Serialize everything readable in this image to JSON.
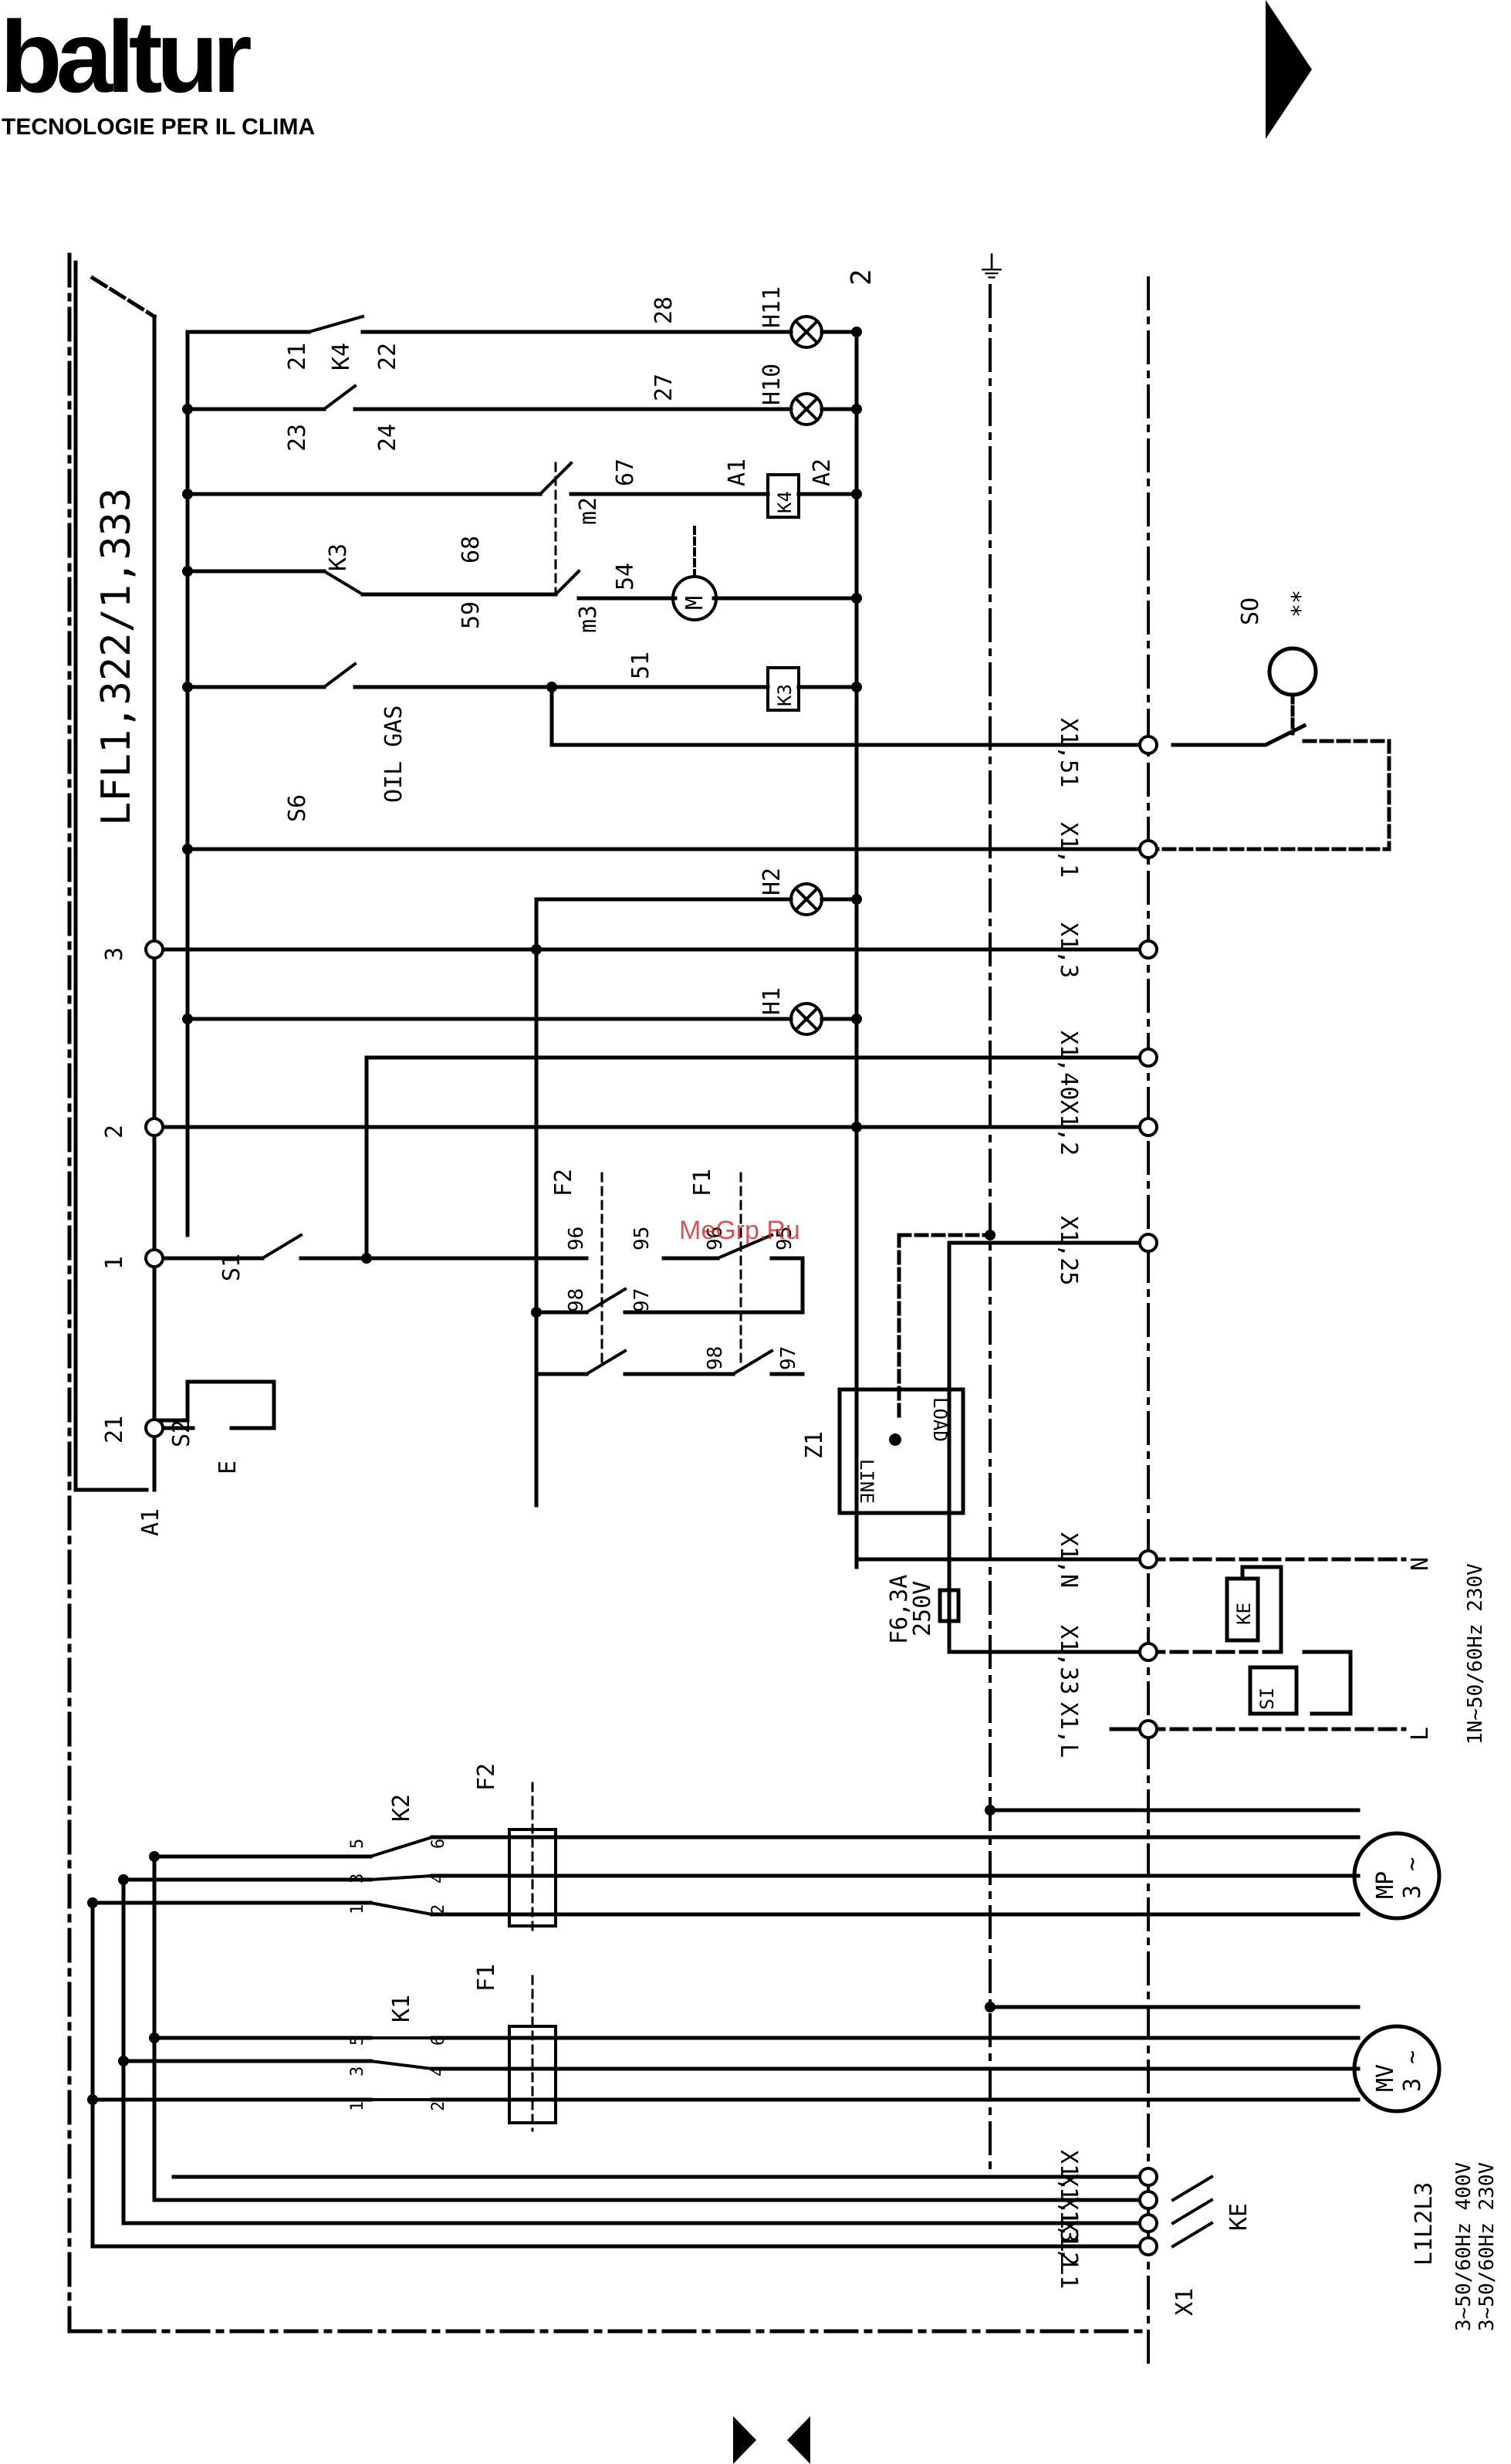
{
  "brand": {
    "logo": "baltur",
    "tagline": "TECNOLOGIE PER IL CLIMA"
  },
  "watermark": "MeGrp.Ru",
  "diagram": {
    "title": "LFL1,322/1,333",
    "control_unit": "A1",
    "unit_terminals": [
      "21",
      "1",
      "2",
      "3"
    ],
    "top_bus": "2",
    "earth_symbol": "⏚",
    "relays": {
      "k4": "K4",
      "k4_a": "21",
      "k4_b": "22",
      "k4_c": "23",
      "k4_d": "24",
      "k3": "K3",
      "m2": "m2",
      "m3": "m3"
    },
    "wire_numbers": {
      "w28": "28",
      "w27": "27",
      "w67": "67",
      "w68": "68",
      "w59": "59",
      "w54": "54",
      "w51": "51"
    },
    "coils": {
      "k4_coil": "K4",
      "k4_a1": "A1",
      "k4_a2": "A2",
      "k3_coil": "K3"
    },
    "lamps": [
      "H11",
      "H10",
      "H2",
      "H1"
    ],
    "motor_symbol": "M",
    "switches": {
      "s6": "S6",
      "oil_gas": "OIL GAS",
      "s1": "S1",
      "s2": "S2",
      "s2_e": "E",
      "so": "SO",
      "so_marks": "**",
      "si": "SI",
      "ke": "KE"
    },
    "overloads": {
      "f2": "F2",
      "f1": "F1",
      "f2_terms": [
        "96",
        "95",
        "98",
        "97"
      ],
      "f1_terms": [
        "96",
        "95",
        "98",
        "97"
      ]
    },
    "filter": {
      "id": "Z1",
      "load": "LOAD",
      "line": "LINE"
    },
    "fuse": {
      "rating": "F6,3A",
      "voltage": "250V"
    },
    "terminals": [
      "X1,51",
      "X1,1",
      "X1,3",
      "X1,40",
      "X1,2",
      "X1,25",
      "X1,N",
      "X1,33",
      "X1,L",
      "X1,",
      "X1,L3",
      "X1,L2",
      "X1,L1"
    ],
    "terminal_block": "X1",
    "supply_single": {
      "n": "N",
      "l": "L",
      "rating": "1N~50/60Hz 230V"
    },
    "supply_three": {
      "lines": "L1L2L3",
      "rating_a": "3~50/60Hz 400V",
      "rating_b": "3~50/60Hz 230V"
    },
    "contactors": {
      "k2": "K2",
      "k1": "K1",
      "poles_top": [
        "1",
        "3",
        "5"
      ],
      "poles_bottom": [
        "2",
        "4",
        "6"
      ]
    },
    "motors": {
      "mp": "MP",
      "mv": "MV",
      "phase": "3 ~"
    }
  },
  "colors": {
    "ink": "#000000",
    "paper": "#ffffff",
    "watermark": "#d02a2a"
  }
}
